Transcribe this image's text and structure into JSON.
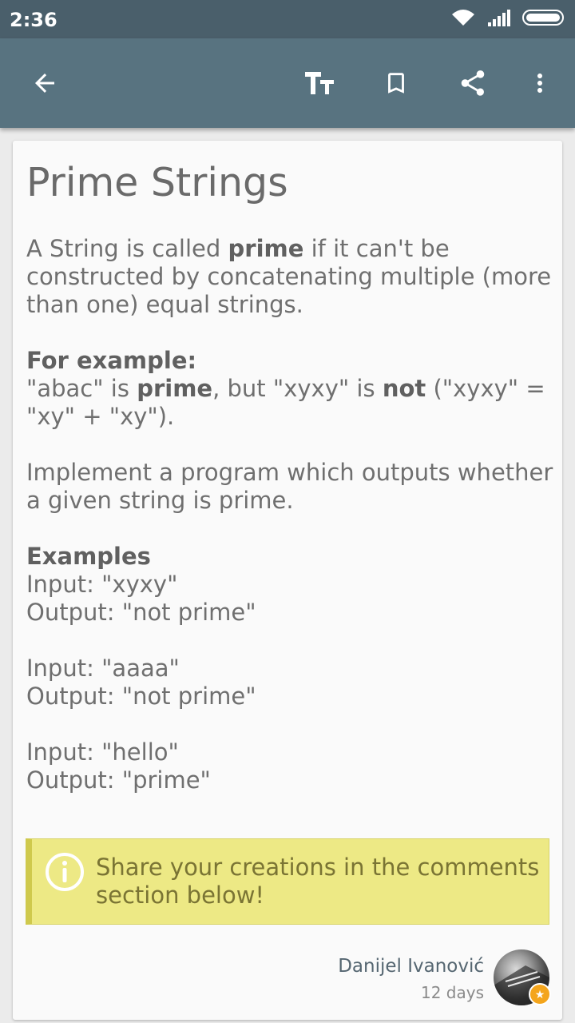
{
  "status_bar": {
    "time": "2:36",
    "icons": [
      "wifi-icon",
      "signal-icon",
      "battery-icon"
    ]
  },
  "app_bar": {
    "icons": [
      "back-arrow-icon",
      "text-size-icon",
      "bookmark-icon",
      "share-icon",
      "more-vert-icon"
    ],
    "color": "#587380"
  },
  "content": {
    "title": "Prime Strings",
    "p1_a": "A String is called ",
    "p1_b": "prime",
    "p1_c": " if it can't be constructed by concatenating multiple (more than one) equal strings.",
    "example_heading": "For example:",
    "ex_a": "\"abac\" is ",
    "ex_b": "prime",
    "ex_c": ", but \"xyxy\" is ",
    "ex_d": "not",
    "ex_e": " (\"xyxy\" = \"xy\" + \"xy\").",
    "p3": "Implement a program which outputs whether a given string is prime.",
    "examples_heading": "Examples",
    "examples": [
      {
        "input": "Input: \"xyxy\"",
        "output": "Output: \"not prime\""
      },
      {
        "input": "Input: \"aaaa\"",
        "output": "Output: \"not prime\""
      },
      {
        "input": "Input: \"hello\"",
        "output": "Output: \"prime\""
      }
    ]
  },
  "callout": {
    "icon": "info-icon",
    "text": "Share your creations in the comments section below!",
    "bg_color": "#ede985"
  },
  "author": {
    "name": "Danijel Ivanović",
    "time": "12 days"
  }
}
